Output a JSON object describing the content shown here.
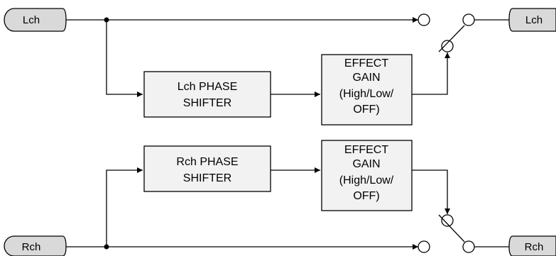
{
  "terminals": {
    "lch_in": "Lch",
    "lch_out": "Lch",
    "rch_in": "Rch",
    "rch_out": "Rch"
  },
  "blocks": {
    "lch_shifter": [
      "Lch PHASE",
      "SHIFTER"
    ],
    "lch_gain": [
      "EFFECT",
      "GAIN",
      "(High/Low/",
      "OFF)"
    ],
    "rch_shifter": [
      "Rch PHASE",
      "SHIFTER"
    ],
    "rch_gain": [
      "EFFECT",
      "GAIN",
      "(High/Low/",
      "OFF)"
    ]
  }
}
